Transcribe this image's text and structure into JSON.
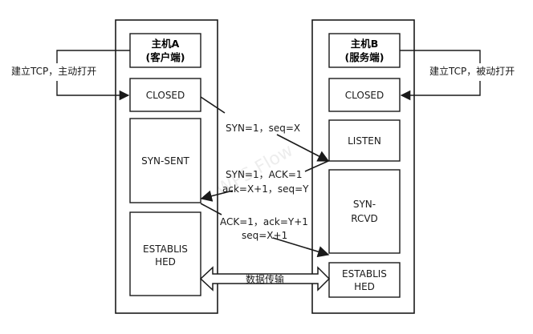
{
  "host_a": {
    "title": "主机A",
    "subtitle": "(客户端)",
    "states": {
      "closed": "CLOSED",
      "syn_sent": "SYN-SENT",
      "established_1": "ESTABLIS",
      "established_2": "HED"
    },
    "side_note": "建立TCP，主动打开"
  },
  "host_b": {
    "title": "主机B",
    "subtitle": "(服务端)",
    "states": {
      "closed": "CLOSED",
      "listen": "LISTEN",
      "syn_rcvd_1": "SYN-",
      "syn_rcvd_2": "RCVD",
      "established_1": "ESTABLIS",
      "established_2": "HED"
    },
    "side_note": "建立TCP，被动打开"
  },
  "messages": {
    "syn": "SYN=1，seq=X",
    "synack_line1": "SYN=1，ACK=1",
    "synack_line2": "ack=X+1，seq=Y",
    "ack_line1": "ACK=1，ack=Y+1",
    "ack_line2": "seq=X+1"
  },
  "data_transfer": "数据传输",
  "watermark": "WPS Flow",
  "colors": {
    "line": "#1a1a1a",
    "background": "#ffffff",
    "watermark": "#d8d8d8"
  }
}
